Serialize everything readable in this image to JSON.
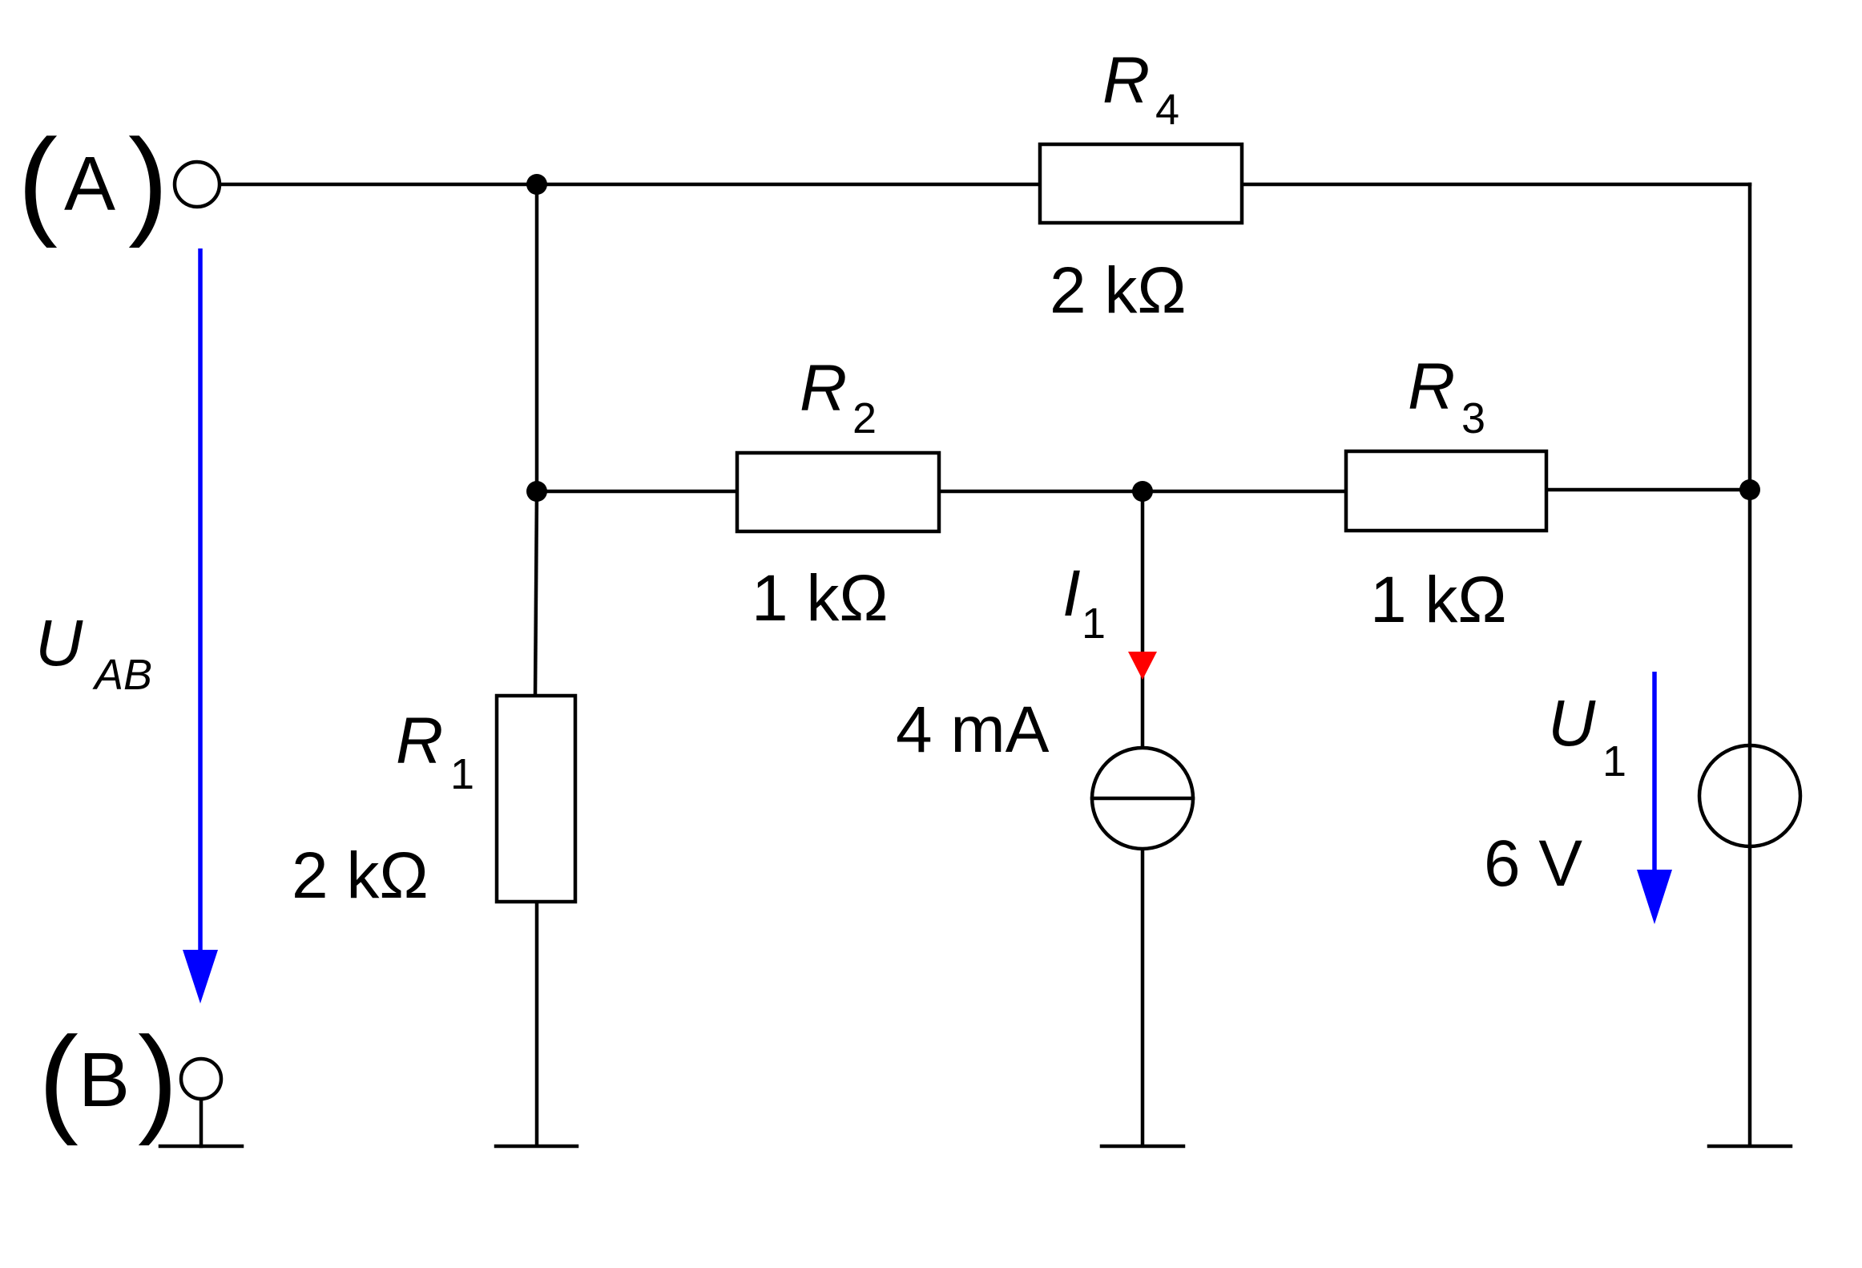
{
  "diagram": {
    "type": "circuit-schematic",
    "terminals": [
      {
        "id": "A",
        "label": "A",
        "open_paren": "(",
        "close_paren": ")"
      },
      {
        "id": "B",
        "label": "B",
        "open_paren": "(",
        "close_paren": ")"
      }
    ],
    "resistors": [
      {
        "id": "R1",
        "symbol": "R",
        "index": "1",
        "value": "2 kΩ"
      },
      {
        "id": "R2",
        "symbol": "R",
        "index": "2",
        "value": "1 kΩ"
      },
      {
        "id": "R3",
        "symbol": "R",
        "index": "3",
        "value": "1 kΩ"
      },
      {
        "id": "R4",
        "symbol": "R",
        "index": "4",
        "value": "2 kΩ"
      }
    ],
    "current_source": {
      "symbol": "I",
      "index": "1",
      "value": "4 mA",
      "arrow_color": "#ff0000"
    },
    "voltage_source": {
      "symbol": "U",
      "index": "1",
      "value": "6 V",
      "arrow_color": "#0000ff"
    },
    "output_voltage": {
      "symbol": "U",
      "index": "AB",
      "arrow_color": "#0000ff"
    },
    "colors": {
      "wire": "#000000",
      "voltage_arrow": "#0000ff",
      "current_arrow": "#ff0000",
      "background": "#ffffff"
    },
    "icons": [
      "ground-icon",
      "current-source-icon",
      "voltage-source-icon",
      "terminal-icon"
    ]
  }
}
